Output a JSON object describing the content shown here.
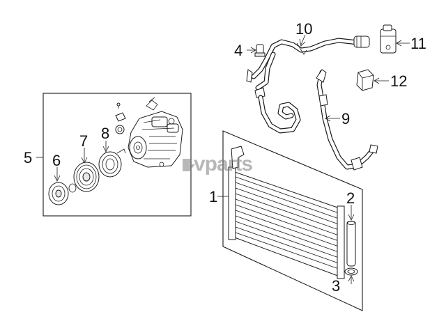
{
  "callouts": {
    "c1": "1",
    "c2": "2",
    "c3": "3",
    "c4": "4",
    "c5": "5",
    "c6": "6",
    "c7": "7",
    "c8": "8",
    "c9": "9",
    "c10": "10",
    "c11": "11",
    "c12": "12"
  },
  "watermark": "vparts",
  "icons": [
    "watermark-logo-icon"
  ]
}
